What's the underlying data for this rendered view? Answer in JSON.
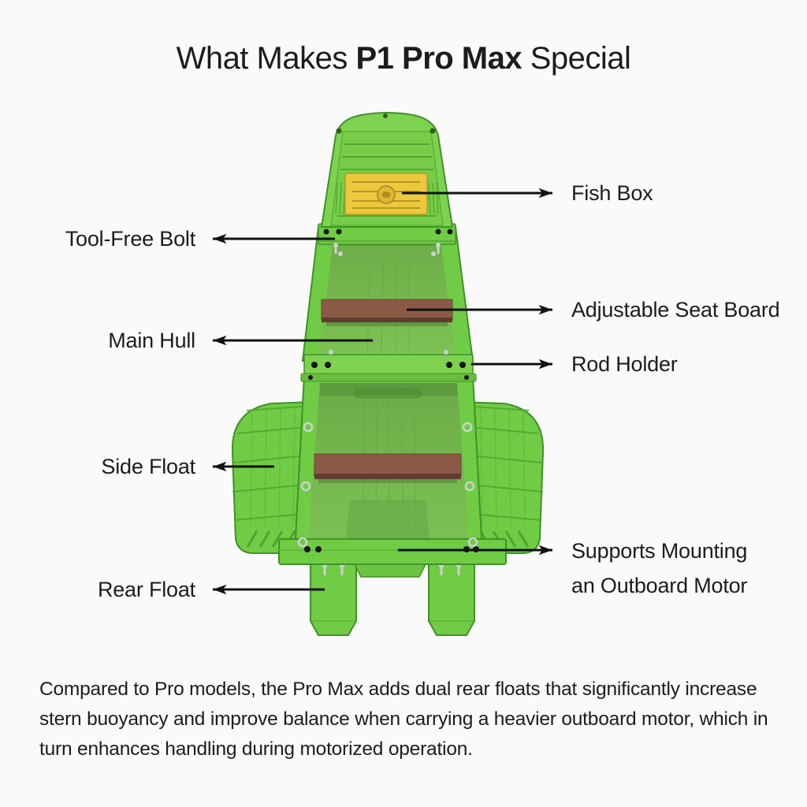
{
  "title": {
    "prefix": "What Makes ",
    "emphasis": "P1 Pro Max",
    "suffix": " Special"
  },
  "callouts": {
    "fish_box": {
      "label": "Fish Box"
    },
    "tool_free_bolt": {
      "label": "Tool-Free Bolt"
    },
    "adjustable_seat_board": {
      "label": "Adjustable Seat Board"
    },
    "main_hull": {
      "label": "Main Hull"
    },
    "rod_holder": {
      "label": "Rod Holder"
    },
    "side_float": {
      "label": "Side Float"
    },
    "outboard_motor": {
      "line1": "Supports Mounting",
      "line2": "an Outboard Motor"
    },
    "rear_float": {
      "label": "Rear Float"
    }
  },
  "description": "Compared to Pro models, the Pro Max adds dual rear floats that significantly increase stern buoyancy and improve balance when carrying a heavier outboard motor, which in turn enhances handling during motorized operation.",
  "colors": {
    "background": "#fafafa",
    "ink": "#1c1c1c",
    "arrow": "#111111",
    "green_main": "#70cc45",
    "green_light": "#7dd350",
    "green_dark": "#3f9226",
    "green_rib": "#4ea42e",
    "interior": "#74b84e",
    "interior_shadow": "#568f38",
    "yellow": "#ecc83e",
    "yellow_line": "#a5851d",
    "brown": "#8b5a46",
    "brown_dark": "#5f3c2e",
    "silver": "#ccd1d5"
  }
}
